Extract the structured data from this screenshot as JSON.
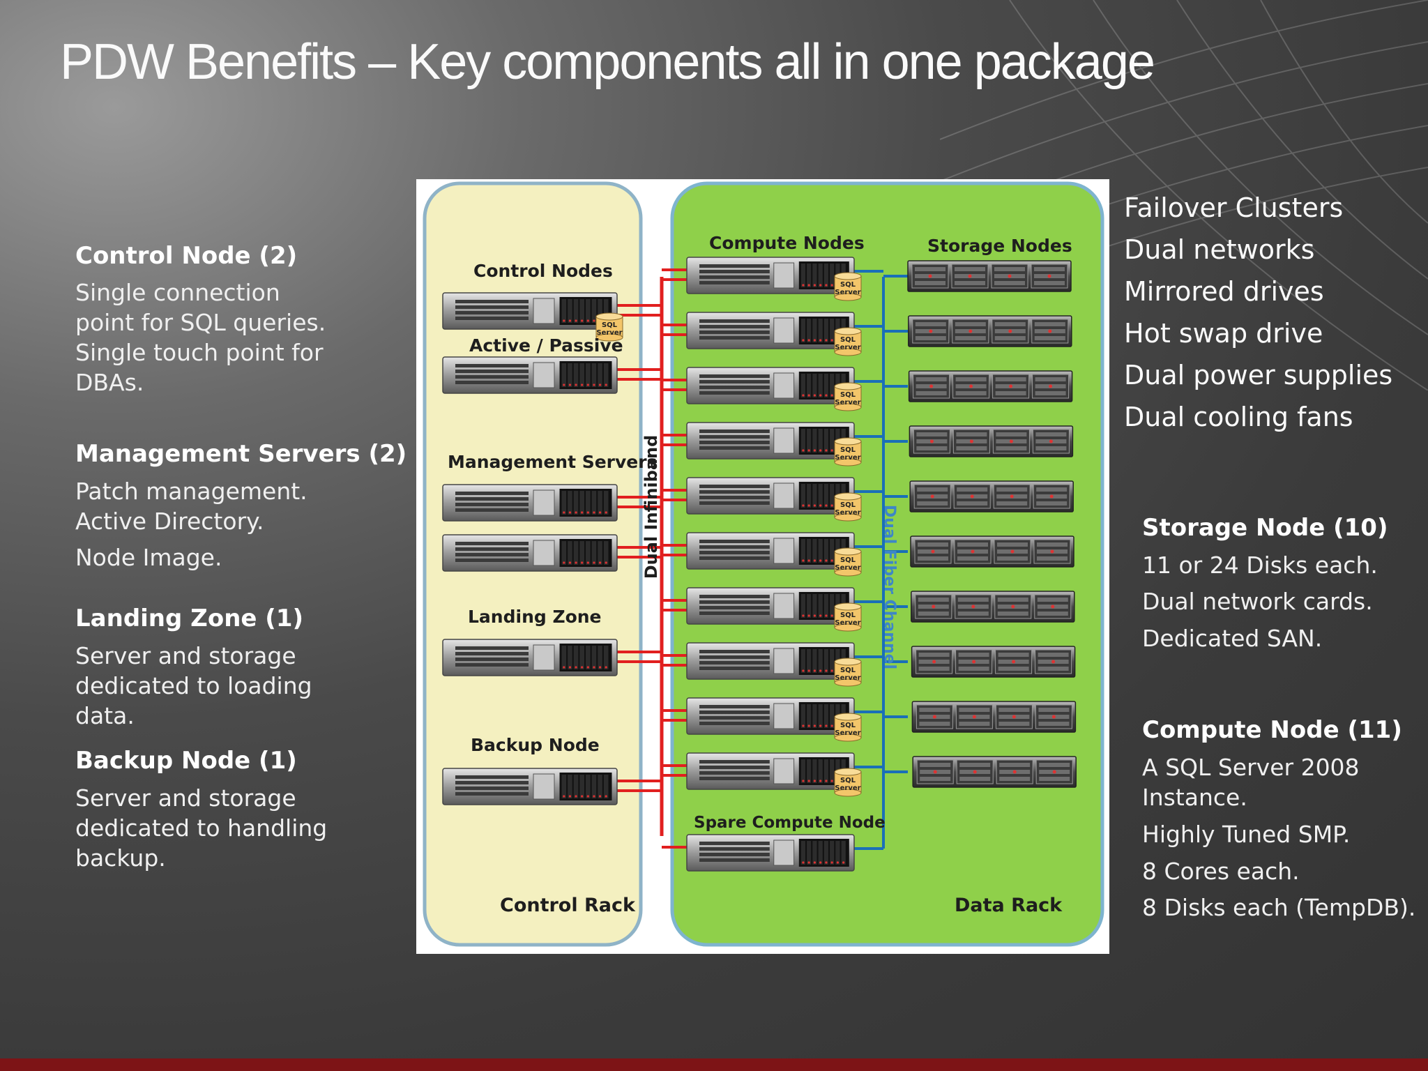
{
  "title": "PDW Benefits – Key components all in one package",
  "left_items": [
    {
      "heading": "Control Node (2)",
      "lines": [
        "Single connection",
        "point for SQL queries.",
        "Single touch point for",
        "DBAs."
      ]
    },
    {
      "heading": "Management Servers (2)",
      "lines": [
        "Patch management.",
        "Active Directory.",
        "Node Image."
      ]
    },
    {
      "heading": "Landing Zone (1)",
      "lines": [
        "Server and storage",
        "dedicated to loading",
        "data."
      ]
    },
    {
      "heading": "Backup Node (1)",
      "lines": [
        "Server and storage",
        "dedicated to handling",
        "backup."
      ]
    }
  ],
  "right_features": [
    "Failover Clusters",
    "Dual networks",
    "Mirrored drives",
    "Hot swap drive",
    "Dual power supplies",
    "Dual cooling fans"
  ],
  "right_items": [
    {
      "heading": "Storage Node (10)",
      "lines": [
        "11 or 24 Disks each.",
        "Dual network cards.",
        "Dedicated SAN."
      ]
    },
    {
      "heading": "Compute Node (11)",
      "lines": [
        "A SQL Server 2008",
        "Instance.",
        "Highly Tuned SMP.",
        "8 Cores each.",
        "8 Disks each (TempDB)."
      ]
    }
  ],
  "diagram": {
    "control_rack_label": "Control Rack",
    "data_rack_label": "Data Rack",
    "control_nodes_label": "Control Nodes",
    "active_passive_label": "Active / Passive",
    "management_servers_label": "Management Servers",
    "landing_zone_label": "Landing Zone",
    "backup_node_label": "Backup Node",
    "compute_nodes_label": "Compute Nodes",
    "storage_nodes_label": "Storage Nodes",
    "spare_compute_label": "Spare Compute Node",
    "infiniband_label": "Dual Infiniband",
    "fiber_label": "Dual Fiber Channel",
    "sql_label_top": "SQL",
    "sql_label_bottom": "Server",
    "compute_node_count": 10,
    "storage_node_count": 10,
    "colors": {
      "control_rack": "#f4f0c0",
      "data_rack": "#8fd04a",
      "infiniband": "#e11f1f",
      "fiber": "#1a6fb8",
      "sql_cylinder": "#f3c66a"
    }
  }
}
